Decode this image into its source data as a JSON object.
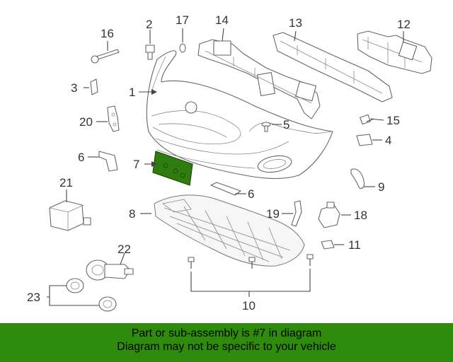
{
  "colors": {
    "banner_bg": "#2e8b0c",
    "highlight_fill": "#2e7d0e",
    "highlight_stroke": "#1e4d0a",
    "part_stroke": "#666666",
    "label_text": "#333333"
  },
  "callouts": {
    "c1": "1",
    "c2": "2",
    "c3": "3",
    "c4": "4",
    "c5": "5",
    "c6a": "6",
    "c6b": "6",
    "c7": "7",
    "c8": "8",
    "c9": "9",
    "c10": "10",
    "c11": "11",
    "c12": "12",
    "c13": "13",
    "c14": "14",
    "c15": "15",
    "c16": "16",
    "c17": "17",
    "c18": "18",
    "c19": "19",
    "c20": "20",
    "c21": "21",
    "c22": "22",
    "c23": "23"
  },
  "highlighted_part": "7",
  "banner": {
    "line1": "Part or sub-assembly is #7 in diagram",
    "line2": "Diagram may not be specific to your vehicle"
  }
}
